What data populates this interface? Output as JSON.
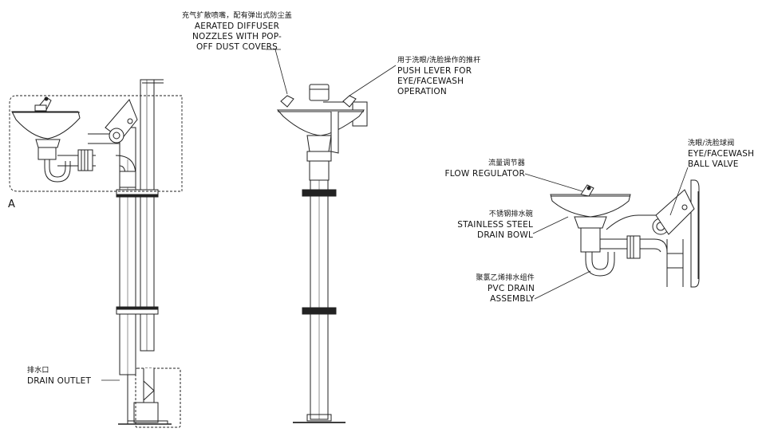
{
  "view_marker": "A",
  "callouts": {
    "diffuser": {
      "cn": "充气扩散喷嘴，配有弹出式防尘盖",
      "en": [
        "AERATED DIFFUSER",
        "NOZZLES WITH POP-",
        "OFF DUST COVERS"
      ]
    },
    "push_lever": {
      "cn": "用于洗眼/洗脸操作的推杆",
      "en": [
        "PUSH LEVER FOR",
        "EYE/FACEWASH",
        "OPERATION"
      ]
    },
    "ball_valve": {
      "cn": "洗眼/洗脸球阀",
      "en": [
        "EYE/FACEWASH",
        "BALL VALVE"
      ]
    },
    "flow_regulator": {
      "cn": "流量调节器",
      "en": [
        "FLOW REGULATOR"
      ]
    },
    "drain_bowl": {
      "cn": "不锈钢排水碗",
      "en": [
        "STAINLESS STEEL",
        "DRAIN BOWL"
      ]
    },
    "pvc_drain": {
      "cn": "聚氯乙烯排水组件",
      "en": [
        "PVC DRAIN",
        "ASSEMBLY"
      ]
    },
    "drain_outlet": {
      "cn": "排水口",
      "en": [
        "DRAIN OUTLET"
      ]
    }
  }
}
